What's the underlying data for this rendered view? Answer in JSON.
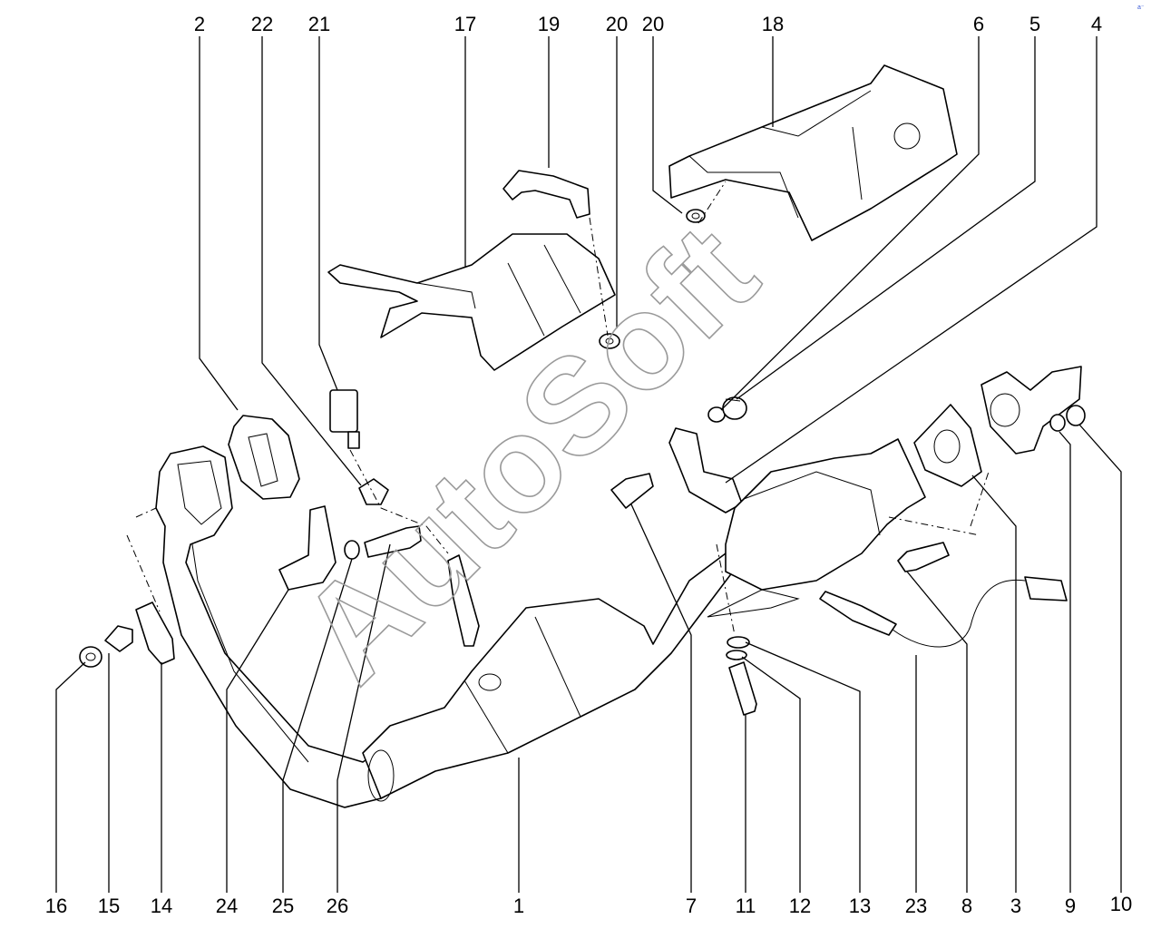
{
  "watermark": "AutoSoft",
  "corner_mark": "a⁻",
  "callouts": {
    "top": [
      "2",
      "22",
      "21",
      "17",
      "19",
      "20",
      "20",
      "18",
      "6",
      "5",
      "4"
    ],
    "bottom": [
      "16",
      "15",
      "14",
      "24",
      "25",
      "26",
      "1",
      "7",
      "11",
      "12",
      "13",
      "23",
      "8",
      "3",
      "9",
      "10"
    ]
  }
}
